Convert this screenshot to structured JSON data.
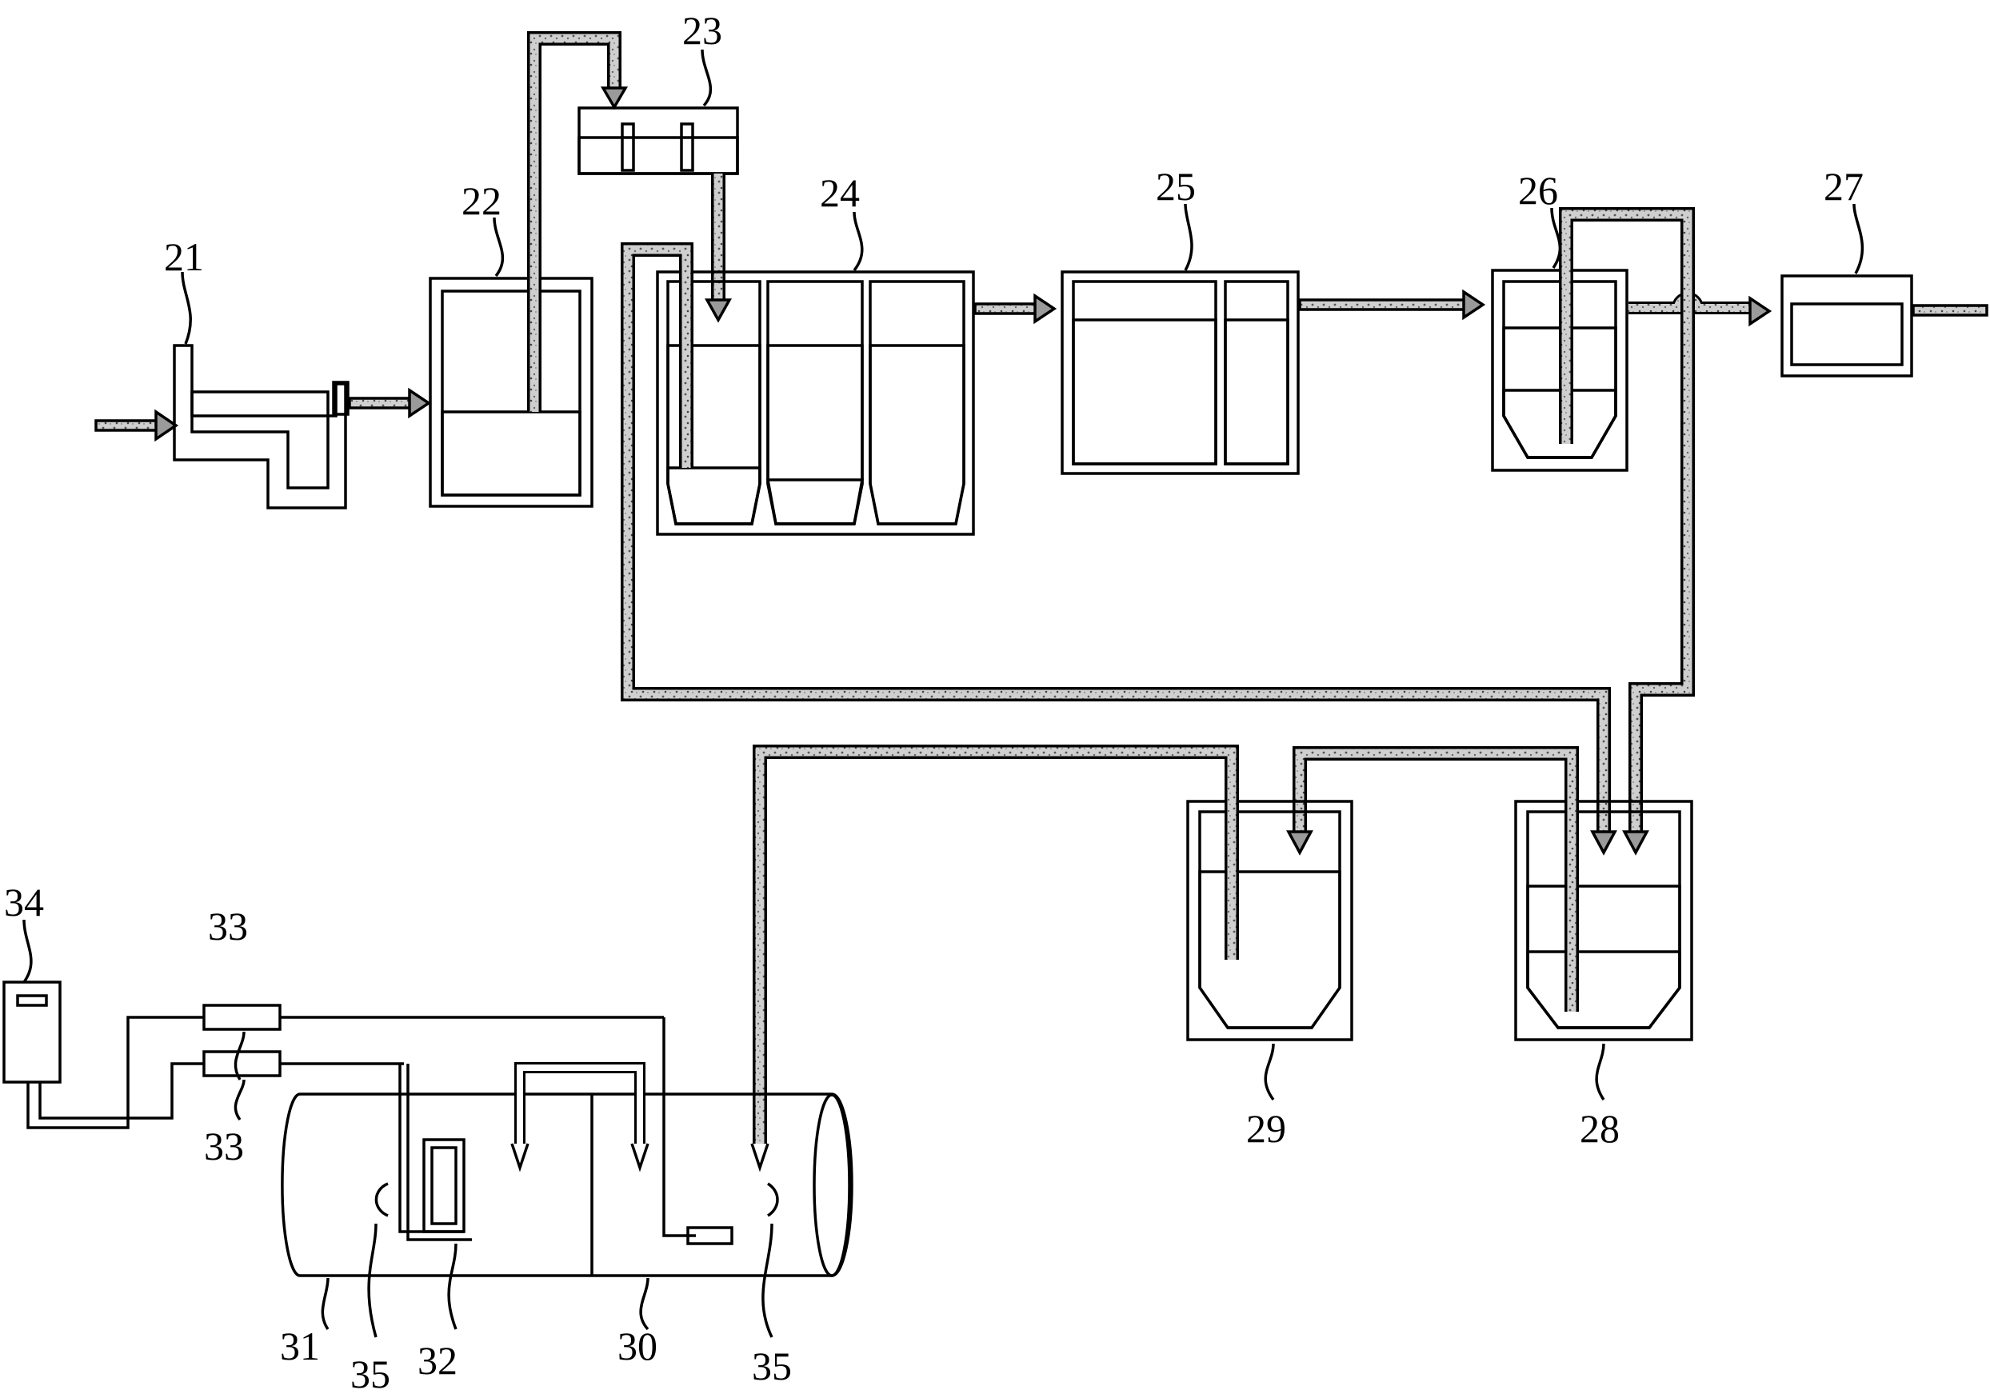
{
  "labels": {
    "n21": "21",
    "n22": "22",
    "n23": "23",
    "n24": "24",
    "n25": "25",
    "n26": "26",
    "n27": "27",
    "n28": "28",
    "n29": "29",
    "n30": "30",
    "n31": "31",
    "n32": "32",
    "n33a": "33",
    "n33b": "33",
    "n34": "34",
    "n35a": "35",
    "n35b": "35"
  },
  "colors": {
    "liquid_light": "#c9c9c9",
    "sludge_dark": "#3a3a3a",
    "line": "#000000",
    "background": "#ffffff"
  }
}
